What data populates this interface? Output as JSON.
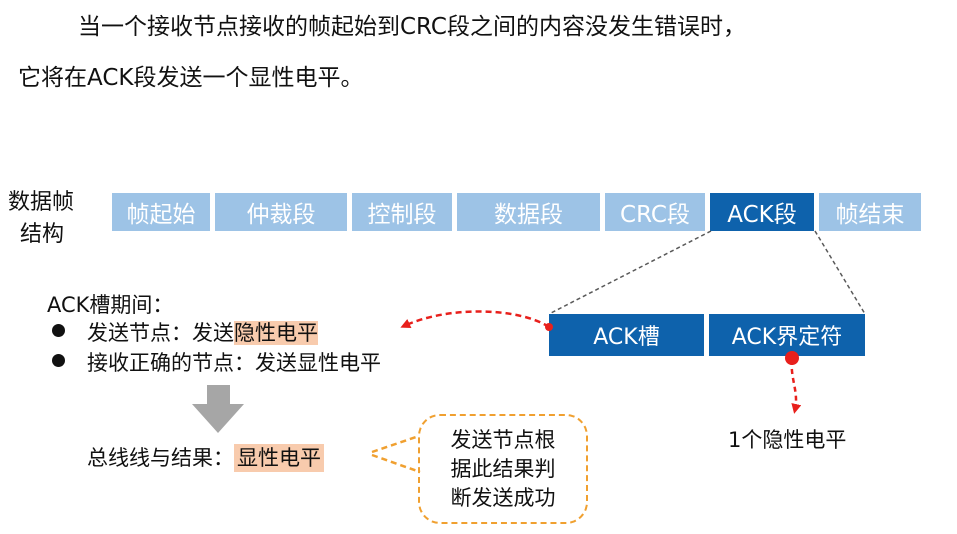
{
  "intro": {
    "line1": "当一个接收节点接收的帧起始到CRC段之间的内容没发生错误时，",
    "line2": "它将在ACK段发送一个显性电平。"
  },
  "frame": {
    "label_line1": "数据帧",
    "label_line2": "结构",
    "segments": [
      "帧起始",
      "仲裁段",
      "控制段",
      "数据段",
      "CRC段",
      "ACK段",
      "帧结束"
    ]
  },
  "ack_detail": {
    "slot": "ACK槽",
    "delimiter": "ACK界定符",
    "delimiter_note": "1个隐性电平"
  },
  "period": {
    "title": "ACK槽期间：",
    "sender_prefix": "发送节点：发送",
    "sender_level": "隐性电平",
    "receiver": "接收正确的节点：发送显性电平"
  },
  "result": {
    "prefix": "总线线与结果：",
    "level": "显性电平"
  },
  "callout": {
    "line1": "发送节点根",
    "line2": "据此结果判",
    "line3": "断发送成功"
  },
  "colors": {
    "light_segment": "#9DC3E6",
    "dark_segment": "#0E62AC",
    "highlight": "#F8CBAD",
    "arrow_red": "#E8201C",
    "callout_border": "#F0A030",
    "down_arrow": "#A6A6A6"
  }
}
